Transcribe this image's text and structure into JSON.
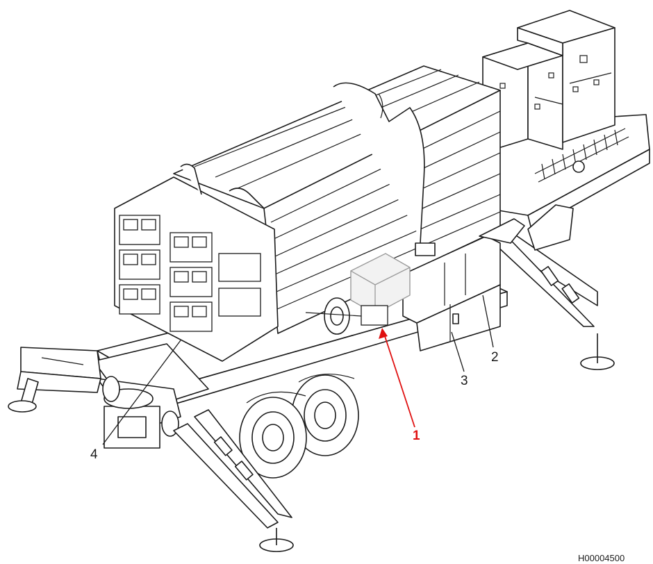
{
  "figure": {
    "callouts": [
      {
        "id": "1",
        "label": "1",
        "color": "#e01010"
      },
      {
        "id": "2",
        "label": "2",
        "color": "#1a1a1a"
      },
      {
        "id": "3",
        "label": "3",
        "color": "#1a1a1a"
      },
      {
        "id": "4",
        "label": "4",
        "color": "#1a1a1a"
      }
    ],
    "figure_code": "H00004500"
  },
  "colors": {
    "ink": "#1a1a1a",
    "highlight": "#e01010",
    "paper": "#ffffff"
  }
}
